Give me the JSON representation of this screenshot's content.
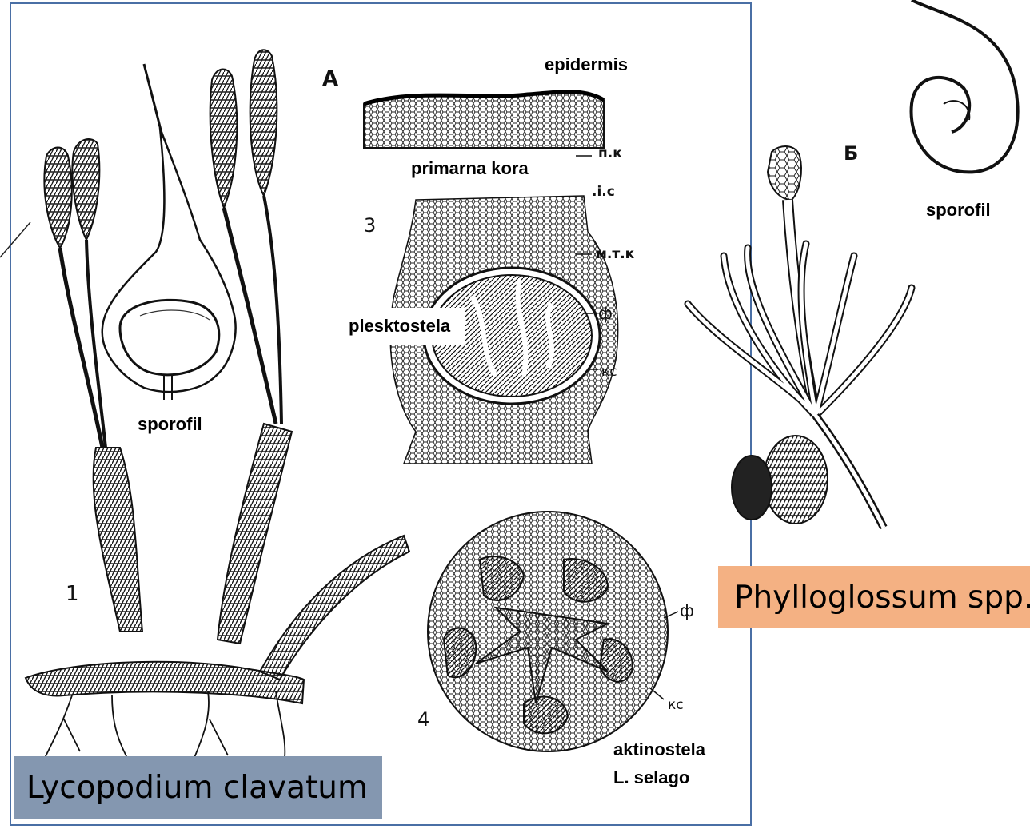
{
  "labels": {
    "epidermis": "epidermis",
    "primarna_kora": "primarna kora",
    "plesktostela": "plesktostela",
    "sporofil_left": "sporofil",
    "sporofil_right": "sporofil",
    "aktinostela": "aktinostela",
    "selago": "L. selago"
  },
  "markers": {
    "A": "А",
    "B": "Б",
    "num1": "1",
    "num3": "3",
    "num4": "4",
    "pk": "п.к",
    "lc": ".і.с",
    "mtk": "м.т.к",
    "f1": "ф",
    "ks1": "кс",
    "f2": "ф",
    "ks2": "кс"
  },
  "captions": {
    "lycopodium": "Lycopodium clavatum",
    "phylloglossum": "Phylloglossum spp."
  },
  "colors": {
    "frame": "#4a6fa5",
    "lycopodium_bg": "#8497b0",
    "phylloglossum_bg": "#f4b183"
  }
}
